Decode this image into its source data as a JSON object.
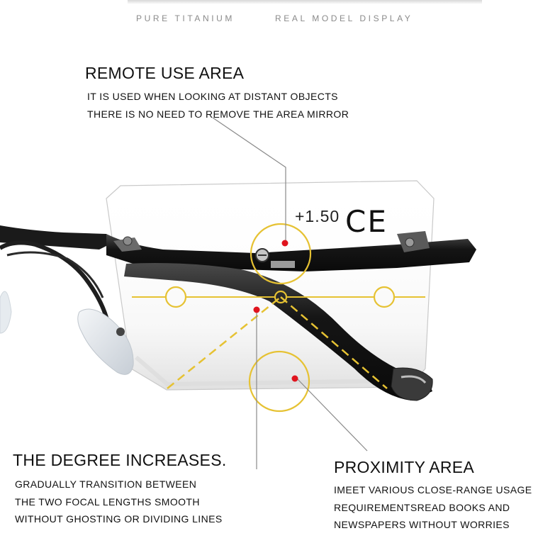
{
  "header": {
    "tag_left": "PURE TITANIUM",
    "tag_right": "REAL MODEL DISPLAY"
  },
  "remote": {
    "title": "REMOTE USE AREA",
    "lines": [
      "IT IS USED WHEN LOOKING AT DISTANT OBJECTS",
      "THERE IS NO NEED TO REMOVE THE AREA MIRROR"
    ]
  },
  "lens": {
    "power": "+1.50",
    "mark": "CE"
  },
  "degree": {
    "title": "THE DEGREE INCREASES.",
    "lines": [
      "GRADUALLY TRANSITION BETWEEN",
      "THE TWO FOCAL LENGTHS SMOOTH",
      "WITHOUT GHOSTING OR DIVIDING LINES"
    ]
  },
  "proximity": {
    "title": "PROXIMITY AREA",
    "lines": [
      "IMEET VARIOUS CLOSE-RANGE USAGE",
      "REQUIREMENTSREAD BOOKS AND",
      "NEWSPAPERS WITHOUT WORRIES"
    ]
  },
  "colors": {
    "accent_gold": "#e6c233",
    "marker_red": "#e0141e",
    "frame_black": "#161616"
  }
}
